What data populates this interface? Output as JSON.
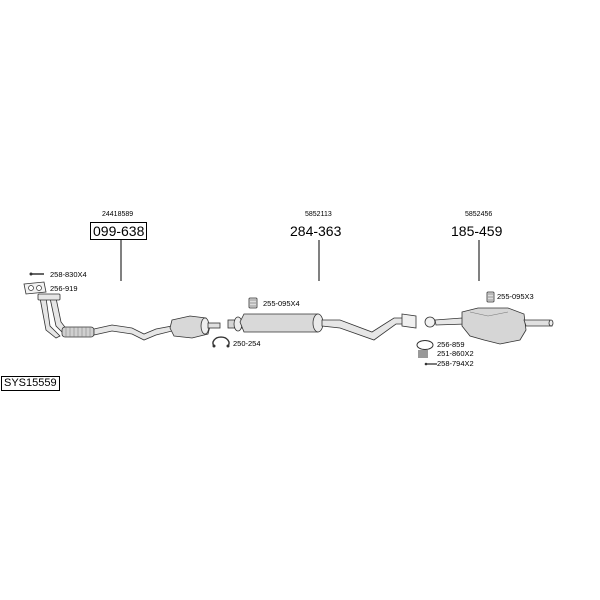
{
  "system_code": "SYS15559",
  "main_parts": [
    {
      "oe": "24418589",
      "part": "099-638",
      "boxed": true
    },
    {
      "oe": "5852113",
      "part": "284-363",
      "boxed": false
    },
    {
      "oe": "5852456",
      "part": "185-459",
      "boxed": false
    }
  ],
  "accessories": {
    "bolt_front": "258-830X4",
    "gasket_front": "256-919",
    "clamp_mid": "255-095X4",
    "clamp_ring": "250-254",
    "clamp_rear": "255-095X3",
    "ring_rear": "256-859",
    "spring_rear": "251-860X2",
    "bolt_rear": "258-794X2"
  }
}
